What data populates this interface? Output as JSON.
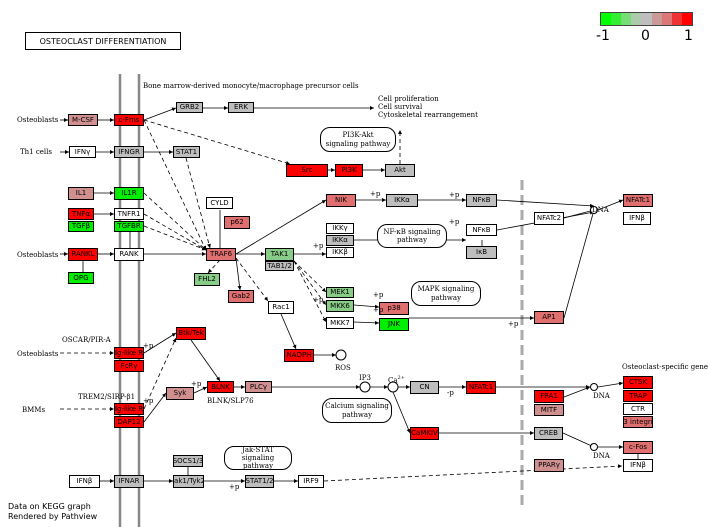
{
  "title": "OSTEOCLAST DIFFERENTIATION",
  "footer": {
    "line1": "Data on KEGG graph",
    "line2": "Rendered by Pathview"
  },
  "legend": {
    "colors": [
      "#00ff00",
      "#33ee33",
      "#77dd77",
      "#aaccaa",
      "#bebebe",
      "#cc9999",
      "#dd7777",
      "#ee3333",
      "#ff0000"
    ],
    "ticks": [
      "-1",
      "0",
      "1"
    ]
  },
  "palette": {
    "red": "#ff0000",
    "rose": "#e07070",
    "light_rose": "#d09090",
    "grey": "#bebebe",
    "green": "#00ee00",
    "light_green": "#88cc88",
    "white": "#ffffff"
  },
  "nodes": [
    {
      "id": "mcsf",
      "label": "M-CSF",
      "color": "light_rose"
    },
    {
      "id": "cfms",
      "label": "c-Fms",
      "color": "red"
    },
    {
      "id": "grb2",
      "label": "GRB2",
      "color": "grey"
    },
    {
      "id": "erk",
      "label": "ERK",
      "color": "grey"
    },
    {
      "id": "ifng",
      "label": "IFNγ",
      "color": "white"
    },
    {
      "id": "ifngr",
      "label": "IFNGR",
      "color": "grey"
    },
    {
      "id": "stat1",
      "label": "STAT1",
      "color": "grey"
    },
    {
      "id": "src",
      "label": "Src",
      "color": "red"
    },
    {
      "id": "pi3k",
      "label": "PI3K",
      "color": "red"
    },
    {
      "id": "akt",
      "label": "Akt",
      "color": "grey"
    },
    {
      "id": "il1",
      "label": "IL1",
      "color": "light_rose"
    },
    {
      "id": "il1r",
      "label": "IL1R",
      "color": "green"
    },
    {
      "id": "tnfa",
      "label": "TNFα",
      "color": "red"
    },
    {
      "id": "tnfr1",
      "label": "TNFR1",
      "color": "white"
    },
    {
      "id": "tgfb",
      "label": "TGFβ",
      "color": "green"
    },
    {
      "id": "tgfbr",
      "label": "TGFBR",
      "color": "green"
    },
    {
      "id": "rankl",
      "label": "RANKL",
      "color": "red"
    },
    {
      "id": "rank",
      "label": "RANK",
      "color": "white"
    },
    {
      "id": "opg",
      "label": "OPG",
      "color": "green"
    },
    {
      "id": "cyld",
      "label": "CYLD",
      "color": "white"
    },
    {
      "id": "p62",
      "label": "p62",
      "color": "rose"
    },
    {
      "id": "traf6",
      "label": "TRAF6",
      "color": "rose"
    },
    {
      "id": "tak1",
      "label": "TAK1",
      "color": "light_green"
    },
    {
      "id": "tab12",
      "label": "TAB1/2",
      "color": "grey"
    },
    {
      "id": "fhl2",
      "label": "FHL2",
      "color": "light_green"
    },
    {
      "id": "gab2",
      "label": "Gab2",
      "color": "rose"
    },
    {
      "id": "nik",
      "label": "NIK",
      "color": "rose"
    },
    {
      "id": "ikka",
      "label": "IKKα",
      "color": "grey"
    },
    {
      "id": "ikky",
      "label": "IKKγ",
      "color": "white"
    },
    {
      "id": "ikka2",
      "label": "IKKα",
      "color": "grey"
    },
    {
      "id": "ikkb",
      "label": "IKKβ",
      "color": "white"
    },
    {
      "id": "nfkb1",
      "label": "NFκB",
      "color": "grey"
    },
    {
      "id": "nfkb2",
      "label": "NFκB",
      "color": "white"
    },
    {
      "id": "ikb",
      "label": "IκB",
      "color": "grey"
    },
    {
      "id": "nfatc2",
      "label": "NFATc2",
      "color": "white"
    },
    {
      "id": "nfatc1a",
      "label": "NFATc1",
      "color": "rose"
    },
    {
      "id": "ifnb1",
      "label": "IFNβ",
      "color": "white"
    },
    {
      "id": "rac1",
      "label": "Rac1",
      "color": "white"
    },
    {
      "id": "mek1",
      "label": "MEK1",
      "color": "light_green"
    },
    {
      "id": "mkk6",
      "label": "MKK6",
      "color": "light_green"
    },
    {
      "id": "mkk7",
      "label": "MKK7",
      "color": "white"
    },
    {
      "id": "p38",
      "label": "p38",
      "color": "rose"
    },
    {
      "id": "jnk",
      "label": "JNK",
      "color": "green"
    },
    {
      "id": "ap1",
      "label": "AP1",
      "color": "rose"
    },
    {
      "id": "oscar",
      "label": "Ig-like R",
      "color": "red"
    },
    {
      "id": "fcrg",
      "label": "FcRγ",
      "color": "red"
    },
    {
      "id": "btk",
      "label": "Btk/Tek",
      "color": "red"
    },
    {
      "id": "nadph",
      "label": "NADPH",
      "color": "red"
    },
    {
      "id": "trem2",
      "label": "Ig-like R",
      "color": "red"
    },
    {
      "id": "dap12",
      "label": "DAP12",
      "color": "red"
    },
    {
      "id": "syk",
      "label": "Syk",
      "color": "light_rose"
    },
    {
      "id": "blnk",
      "label": "BLNK",
      "color": "red"
    },
    {
      "id": "plcg",
      "label": "PLCγ",
      "color": "light_rose"
    },
    {
      "id": "cn",
      "label": "CN",
      "color": "grey"
    },
    {
      "id": "nfatc1b",
      "label": "NFATc1",
      "color": "red"
    },
    {
      "id": "camk4",
      "label": "CaMKIV",
      "color": "red"
    },
    {
      "id": "creb",
      "label": "CREB",
      "color": "grey"
    },
    {
      "id": "fra1",
      "label": "FRA1",
      "color": "red"
    },
    {
      "id": "mitf",
      "label": "MITF",
      "color": "light_rose"
    },
    {
      "id": "pparg",
      "label": "PPARγ",
      "color": "light_rose"
    },
    {
      "id": "ctsk",
      "label": "CTSK",
      "color": "red"
    },
    {
      "id": "trap",
      "label": "TRAP",
      "color": "red"
    },
    {
      "id": "ctr",
      "label": "CTR",
      "color": "white"
    },
    {
      "id": "b3int",
      "label": "β3 integrin",
      "color": "rose"
    },
    {
      "id": "cfos",
      "label": "c-Fos",
      "color": "rose"
    },
    {
      "id": "ifnb2",
      "label": "IFNβ",
      "color": "white"
    },
    {
      "id": "ifnb3",
      "label": "IFNβ",
      "color": "white"
    },
    {
      "id": "ifnar",
      "label": "IFNAR",
      "color": "grey"
    },
    {
      "id": "socs13",
      "label": "SOCS1/3",
      "color": "grey"
    },
    {
      "id": "jak",
      "label": "Jak1/Tyk2",
      "color": "grey"
    },
    {
      "id": "stat12",
      "label": "STAT1/2",
      "color": "grey"
    },
    {
      "id": "irf9",
      "label": "IRF9",
      "color": "white"
    }
  ],
  "labels": {
    "precursor": "Bone marrow-derived monocyte/macrophage precursor cells",
    "outcomes": "Cell proliferation\nCell survival\nCytoskeletal rearrangement",
    "osteoblasts1": "Osteoblasts",
    "th1": "Th1 cells",
    "osteoblasts2": "Osteoblasts",
    "osteoblasts3": "Osteoblasts",
    "bmms": "BMMs",
    "oscar_pir": "OSCAR/PIR-A",
    "trem2sirp": "TREM2/SIRP-β1",
    "blnkslp": "BLNK/SLP76",
    "ros": "ROS",
    "ip3": "IP3",
    "ca": "Ca",
    "ca_sup": "2+",
    "dna1": "DNA",
    "dna2": "DNA",
    "dna3": "DNA",
    "specific": "Osteoclast-specific genes",
    "p1": "+p",
    "p2": "+p",
    "p3": "+p",
    "p4": "+p",
    "p5": "+p",
    "p6": "+p",
    "p7": "+p",
    "p8": "+p",
    "p9": "+p",
    "p10": "+p",
    "p11": "+p",
    "p12": "+p",
    "mp": "-p"
  },
  "pathways": {
    "pi3k": "PI3K-Akt\nsignaling pathway",
    "nfkb": "NF-κB signaling\npathway",
    "mapk": "MAPK signaling\npathway",
    "calcium": "Calcium signaling\npathway",
    "jakstat": "Jak-STAT signaling\npathway"
  }
}
